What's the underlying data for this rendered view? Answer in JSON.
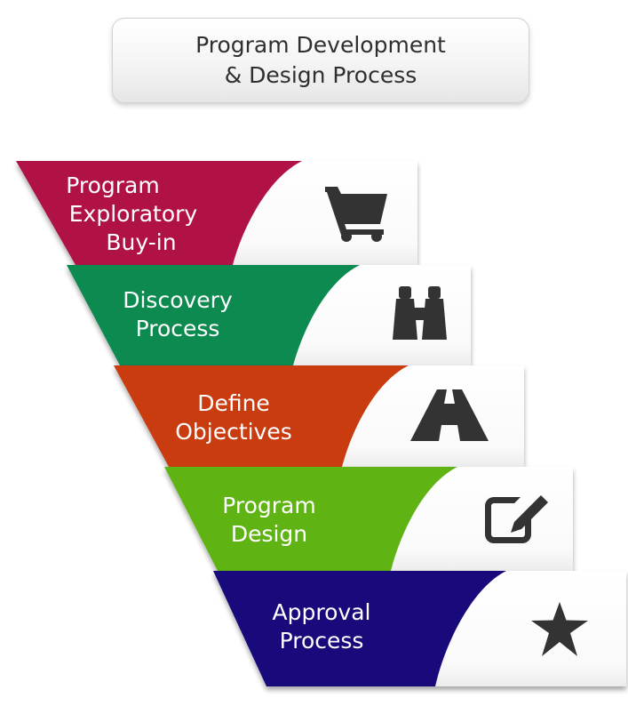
{
  "title": {
    "line1": "Program Development",
    "line2": "& Design Process"
  },
  "stages": [
    {
      "lines": [
        "Program",
        "Exploratory",
        "Buy-in"
      ],
      "color": "#b01245",
      "icon": "shopping-cart-icon"
    },
    {
      "lines": [
        "Discovery",
        "Process"
      ],
      "color": "#0c8a50",
      "icon": "binoculars-icon"
    },
    {
      "lines": [
        "Define",
        "Objectives"
      ],
      "color": "#c83c10",
      "icon": "road-icon"
    },
    {
      "lines": [
        "Program",
        "Design"
      ],
      "color": "#5fb312",
      "icon": "edit-icon"
    },
    {
      "lines": [
        "Approval",
        "Process"
      ],
      "color": "#180a7a",
      "icon": "star-icon"
    }
  ]
}
